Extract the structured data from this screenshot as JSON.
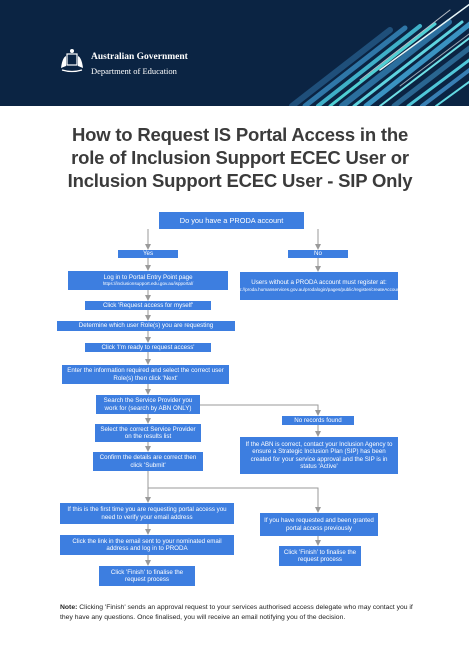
{
  "header": {
    "org_line1": "Australian Government",
    "org_line2": "Department of Education"
  },
  "title": {
    "line1": "How to Request IS Portal Access in the",
    "line2": "role of Inclusion Support ECEC User or",
    "line3": "Inclusion Support ECEC User - SIP Only"
  },
  "flow": {
    "question": "Do you have a PRODA account",
    "yes": "Yes",
    "no": "No",
    "login": "Log in to Portal Entry Point page",
    "login_url": "https://inclusionsupport.edu.gov.au/ispportal/",
    "no_proda_text": "Users without a PRODA account must register at:",
    "no_proda_url": "https://proda.humanservices.gov.au/prodalogin/pages/public/register/createAccount.jsf",
    "request_access": "Click 'Request access for myself'",
    "determine_role": "Determine which user Role(s) you are requesting",
    "ready": "Click 'I'm ready to request access'",
    "enter_info": "Enter the information required and select the correct user Role(s) then click 'Next'",
    "search_provider": "Search the Service Provider you work for (search by ABN ONLY)",
    "no_records": "No records found",
    "select_provider": "Select the correct Service Provider on the results list",
    "abn_correct": "If the ABN is correct, contact your Inclusion Agency to ensure a Strategic Inclusion Plan (SIP) has been created for your service approval and the SIP is in status 'Active'",
    "confirm_details": "Confirm the details are correct then click 'Submit'",
    "first_time": "If this is the first time you are requesting portal access you need to verify your email address",
    "previously": "If you have requested and been granted portal access previously",
    "click_link": "Click the link in the email sent to your nominated email address and log in to PRODA",
    "finish_right": "Click 'Finish' to finalise the request process",
    "finish_left": "Click 'Finish' to finalise the request process"
  },
  "note": {
    "label": "Note:",
    "text": " Clicking 'Finish' sends an approval request to your services authorised access delegate who may contact you if they have any questions. Once finalised, you will receive an email notifying you of the decision."
  },
  "colors": {
    "header_bg": "#0b2443",
    "box_fill": "#3d7ee0",
    "connector": "#9a9a9a"
  }
}
